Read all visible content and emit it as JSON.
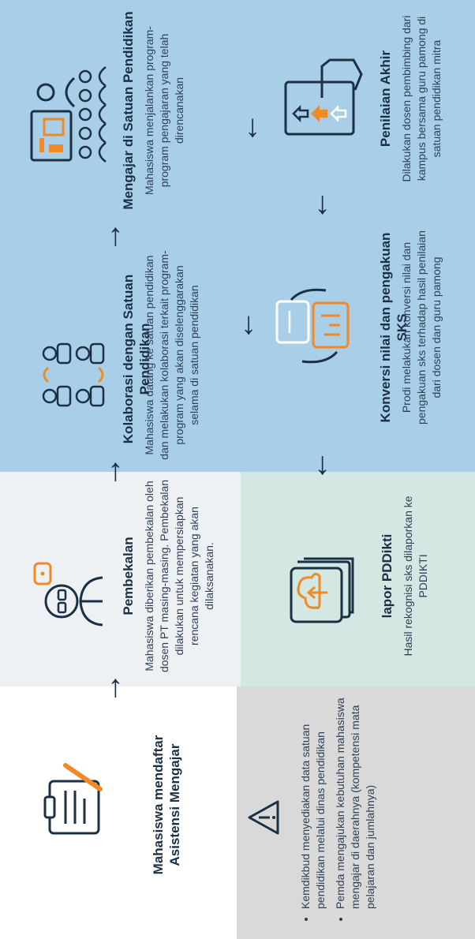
{
  "steps": {
    "daftar": {
      "title": "Mahasiswa mendaftar Asistensi Mengajar"
    },
    "pembekalan": {
      "title": "Pembekalan",
      "desc": "Mahasiswa diberikan pembekalan oleh dosen PT masing-masing. Pembekalan dilakukan untuk mempersiapkan rencana kegiatan yang akan dilaksanakan."
    },
    "kolaborasi": {
      "title": "Kolaborasi dengan Satuan Pendidikan",
      "desc": "Mahasiswa datang ke satuan pendidikan dan melakukan kolaborasi terkait program-program yang akan diselenggarakan selama di satuan pendidikan"
    },
    "mengajar": {
      "title": "Mengajar di Satuan Pendidikan",
      "desc": "Mahasiswa menjalankan program-program pengajaran yang telah direncanakan"
    },
    "penilaian": {
      "title": "Penilaian Akhir",
      "desc": "Dilakukan dosen pembimbing dari kampus bersama guru pamong di satuan pendidikan mitra"
    },
    "konversi": {
      "title": "Konversi nilai dan pengakuan SKS",
      "desc": "Prodi melakukan konversi nilai dan pengakuan sks terhadap hasil penilaian dari dosen dan guru pamong"
    },
    "lapor": {
      "title": "lapor PDDikti",
      "desc": "Hasil rekognisi sks dilaporkan ke PDDIKTI"
    }
  },
  "notes": [
    "Kemdikbud menyediakan data satuan pendidikan melalui dinas pendidikan",
    "Pemda mengajukan kebutuhan mahasiswa mengajar di daerahnya (kompetensi mata pelajaran dan jumlahnya)"
  ],
  "arrows": {
    "right": "→",
    "down": "↓"
  },
  "colors": {
    "navy": "#1b2f45",
    "orange": "#f08a24",
    "blue_zone": "#a9cfe8",
    "mint_zone": "#d3e7e3",
    "grey_zone": "#d9d9d9"
  },
  "icons": [
    "clipboard-pencil-icon",
    "warning-triangle-icon",
    "teacher-avatar-icon",
    "collaboration-icon",
    "classroom-icon",
    "tablet-touch-icon",
    "document-exchange-icon",
    "cloud-upload-files-icon"
  ]
}
